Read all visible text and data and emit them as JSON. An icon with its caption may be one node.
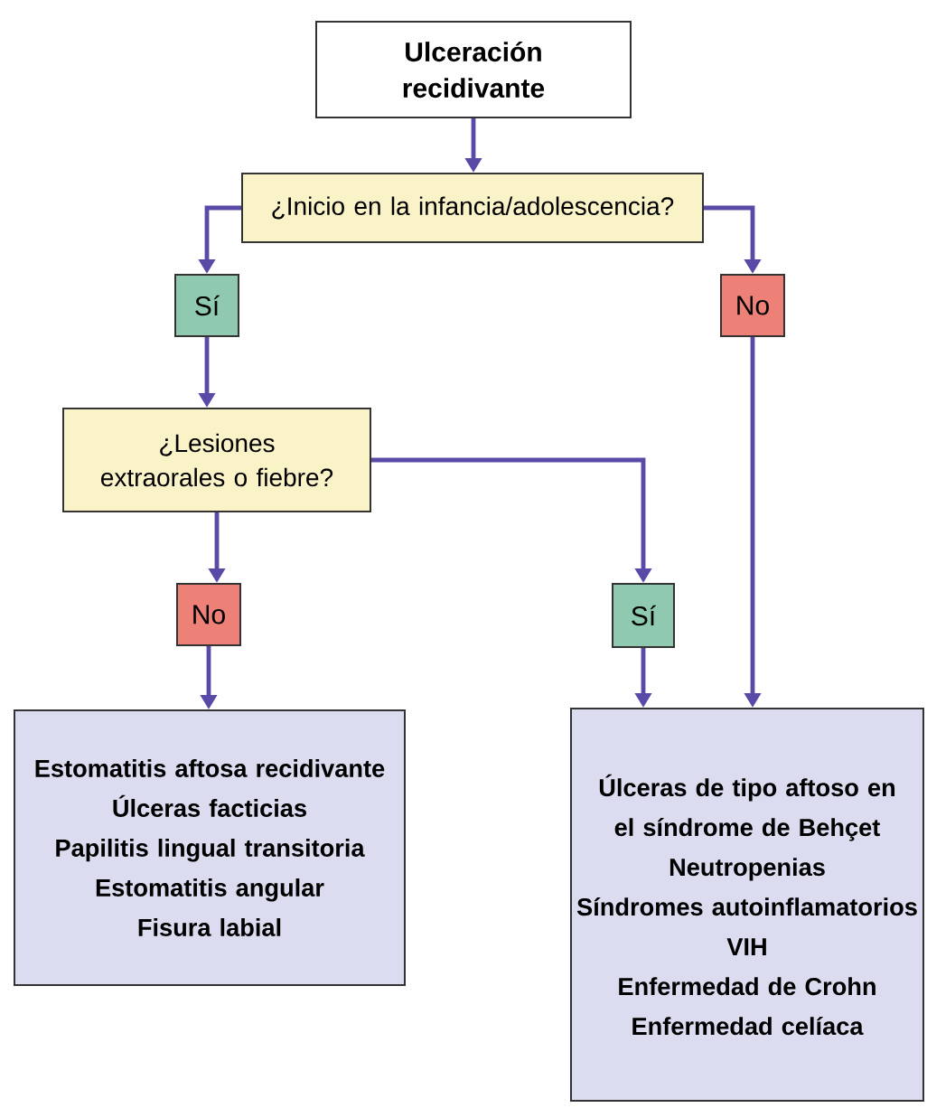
{
  "diagram": {
    "nodes": [
      {
        "text": [
          "Ulceración recidivante"
        ]
      },
      {
        "text": [
          "¿Inicio en la infancia/adolescencia?"
        ]
      },
      {
        "text": [
          "Sí"
        ]
      },
      {
        "text": [
          "No"
        ]
      },
      {
        "text": [
          "¿Lesiones extraorales o fiebre?"
        ]
      },
      {
        "text": [
          "No"
        ]
      },
      {
        "text": [
          "Sí"
        ]
      },
      {
        "text": [
          "Estomatitis aftosa recidivante",
          "Úlceras facticias",
          "Papilitis lingual transitoria",
          "Estomatitis angular",
          "Fisura labial"
        ]
      },
      {
        "text": [
          "Úlceras de tipo aftoso en el síndrome de Behçet",
          "Neutropenias",
          "Síndromes autoinflamatorios",
          "VIH",
          "Enfermedad de Crohn",
          "Enfermedad celíaca"
        ]
      }
    ],
    "edges": [
      {
        "from": 0,
        "to": 1,
        "arrow": "to"
      },
      {
        "from": 1,
        "to": 2,
        "arrow": "to"
      },
      {
        "from": 1,
        "to": 3,
        "arrow": "to"
      },
      {
        "from": 2,
        "to": 4,
        "arrow": "to"
      },
      {
        "from": 4,
        "to": 5,
        "arrow": "to"
      },
      {
        "from": 4,
        "to": 6,
        "arrow": "to"
      },
      {
        "from": 5,
        "to": 7,
        "arrow": "to"
      },
      {
        "from": 6,
        "to": 8,
        "arrow": "to"
      },
      {
        "from": 3,
        "to": 8,
        "arrow": "to"
      }
    ]
  }
}
